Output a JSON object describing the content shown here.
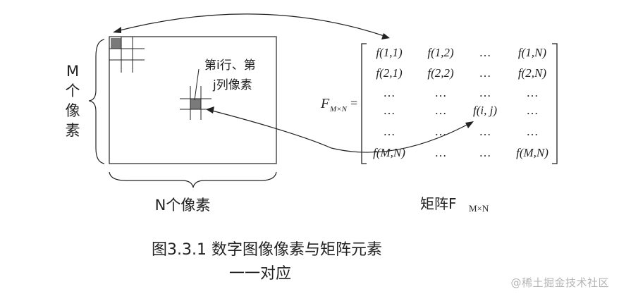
{
  "image": {
    "labels": {
      "m_side": [
        "M",
        "个",
        "像",
        "素"
      ],
      "n_bottom": "N个像素",
      "pixel_callout_line1": "第i行、第",
      "pixel_callout_line2": "j列像素",
      "matrix_lhs_main": "F",
      "matrix_lhs_sub": "M×N",
      "matrix_lhs_eq": "=",
      "matrix_caption_main": "矩阵F",
      "matrix_caption_sub": "M×N"
    },
    "matrix_rows": [
      [
        "f(1,1)",
        "f(1,2)",
        "…",
        "f(1,N)"
      ],
      [
        "f(2,1)",
        "f(2,2)",
        "…",
        "f(2,N)"
      ],
      [
        "…",
        "…",
        "…",
        "…"
      ],
      [
        "…",
        "…",
        "f(i, j)",
        "…"
      ],
      [
        "…",
        "…",
        "…",
        "…"
      ],
      [
        "f(M,N)",
        "…",
        "…",
        "f(M,N)"
      ]
    ],
    "figure_caption_line1": "图3.3.1   数字图像像素与矩阵元素",
    "figure_caption_line2": "一一对应",
    "watermark": "@稀土掘金技术社区",
    "colors": {
      "line": "#222222",
      "pixel_fill": "#7a7a7a",
      "watermark": "#b5b5b5"
    }
  }
}
